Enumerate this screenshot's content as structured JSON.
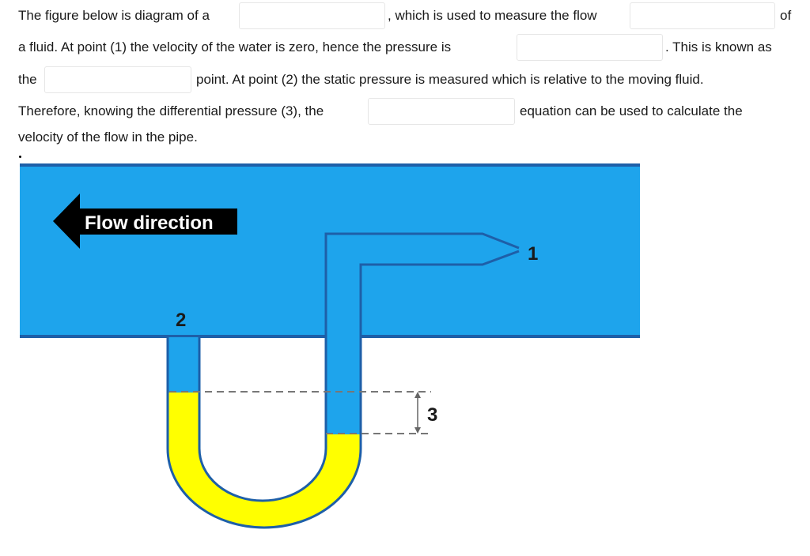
{
  "question": {
    "line1": {
      "part1": "The figure below is diagram of a",
      "part2": ", which is used to measure the flow",
      "part3": "of"
    },
    "line2": {
      "part1": "a fluid.  At point (1) the velocity of the water is zero, hence the pressure is",
      "part2": ".  This is known as"
    },
    "line3": {
      "part1": "the",
      "part2": "point.  At point (2) the static pressure is measured which is relative to the moving fluid."
    },
    "line4": {
      "part1": "Therefore, knowing the differential pressure (3), the",
      "part2": "equation can be used to calculate the"
    },
    "line5": "velocity of the flow in the pipe.",
    "blanks": [
      {
        "value": "",
        "placeholder": ""
      },
      {
        "value": "",
        "placeholder": ""
      },
      {
        "value": "",
        "placeholder": ""
      },
      {
        "value": "",
        "placeholder": ""
      },
      {
        "value": "",
        "placeholder": ""
      }
    ]
  },
  "diagram": {
    "flow_label": "Flow direction",
    "point_1": "1",
    "point_2": "2",
    "point_3": "3",
    "colors": {
      "water": "#1ea4ec",
      "pipe_border": "#1e5fa8",
      "manometer_fluid": "#ffff00",
      "arrow": "#000000"
    },
    "icons": [
      "flow-direction-arrow-icon",
      "pitot-tube-icon",
      "u-tube-manometer-icon"
    ]
  }
}
